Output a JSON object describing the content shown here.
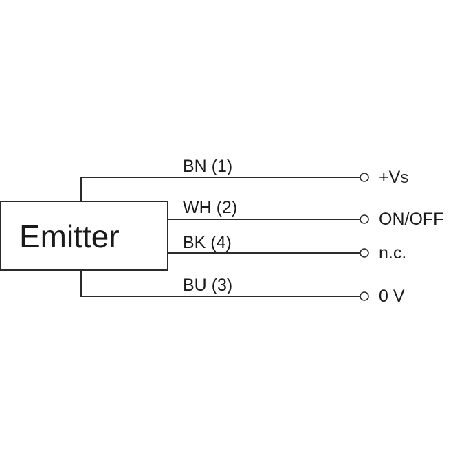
{
  "emitter": {
    "label": "Emitter"
  },
  "wires": [
    {
      "color_code": "BN (1)",
      "terminal_label": "+V",
      "terminal_sub": "S"
    },
    {
      "color_code": "WH (2)",
      "terminal_label": "ON/OFF"
    },
    {
      "color_code": "BK (4)",
      "terminal_label": "n.c."
    },
    {
      "color_code": "BU (3)",
      "terminal_label": "0 V"
    }
  ],
  "colors": {
    "line": "#2b2b2b",
    "text": "#1a1a1a",
    "background": "#ffffff"
  }
}
